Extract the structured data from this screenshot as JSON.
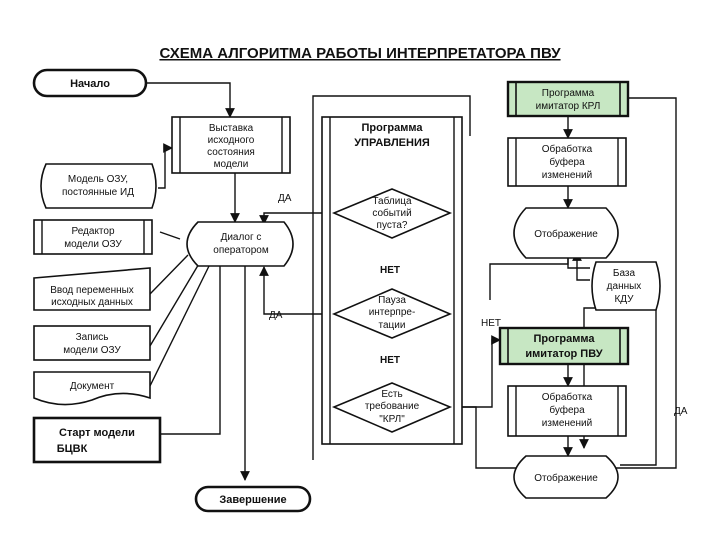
{
  "title": "СХЕМА АЛГОРИТМА РАБОТЫ ИНТЕРПРЕТАТОРА ПВУ",
  "colors": {
    "green": "#c7e7c3",
    "stroke": "#111111"
  },
  "nodes": {
    "start": "Начало",
    "setup": [
      "Выставка",
      "исходного",
      "состояния",
      "модели"
    ],
    "ram_model": [
      "Модель ОЗУ,",
      "постоянные ИД"
    ],
    "ram_editor": [
      "Редактор",
      "модели ОЗУ"
    ],
    "input_vars": [
      "Ввод переменных",
      "исходных данных"
    ],
    "write_model": [
      "Запись",
      "модели ОЗУ"
    ],
    "document": "Документ",
    "bcvk_start": [
      "Старт модели",
      "БЦВК"
    ],
    "dialog": [
      "Диалог с",
      "оператором"
    ],
    "finish": "Завершение",
    "control_program": [
      "Программа",
      "УПРАВЛЕНИЯ"
    ],
    "events_empty": [
      "Таблица",
      "событий",
      "пуста?"
    ],
    "pause": [
      "Пауза",
      "интерпре-",
      "тации"
    ],
    "krl_request": [
      "Есть",
      "требование",
      "\"КРЛ\""
    ],
    "krl_sim": [
      "Программа",
      "имитатор КРЛ"
    ],
    "buffer1": [
      "Обработка",
      "буфера",
      "изменений"
    ],
    "display1": "Отображение",
    "kdu": [
      "База",
      "данных",
      "КДУ"
    ],
    "pvu_sim": [
      "Программа",
      "имитатор ПВУ"
    ],
    "buffer2": [
      "Обработка",
      "буфера",
      "изменений"
    ],
    "display2": "Отображение"
  },
  "edge_labels": {
    "yes1": "ДА",
    "yes2": "ДА",
    "no1": "НЕТ",
    "no2": "НЕТ",
    "no3": "НЕТ",
    "yes3": "ДА"
  }
}
